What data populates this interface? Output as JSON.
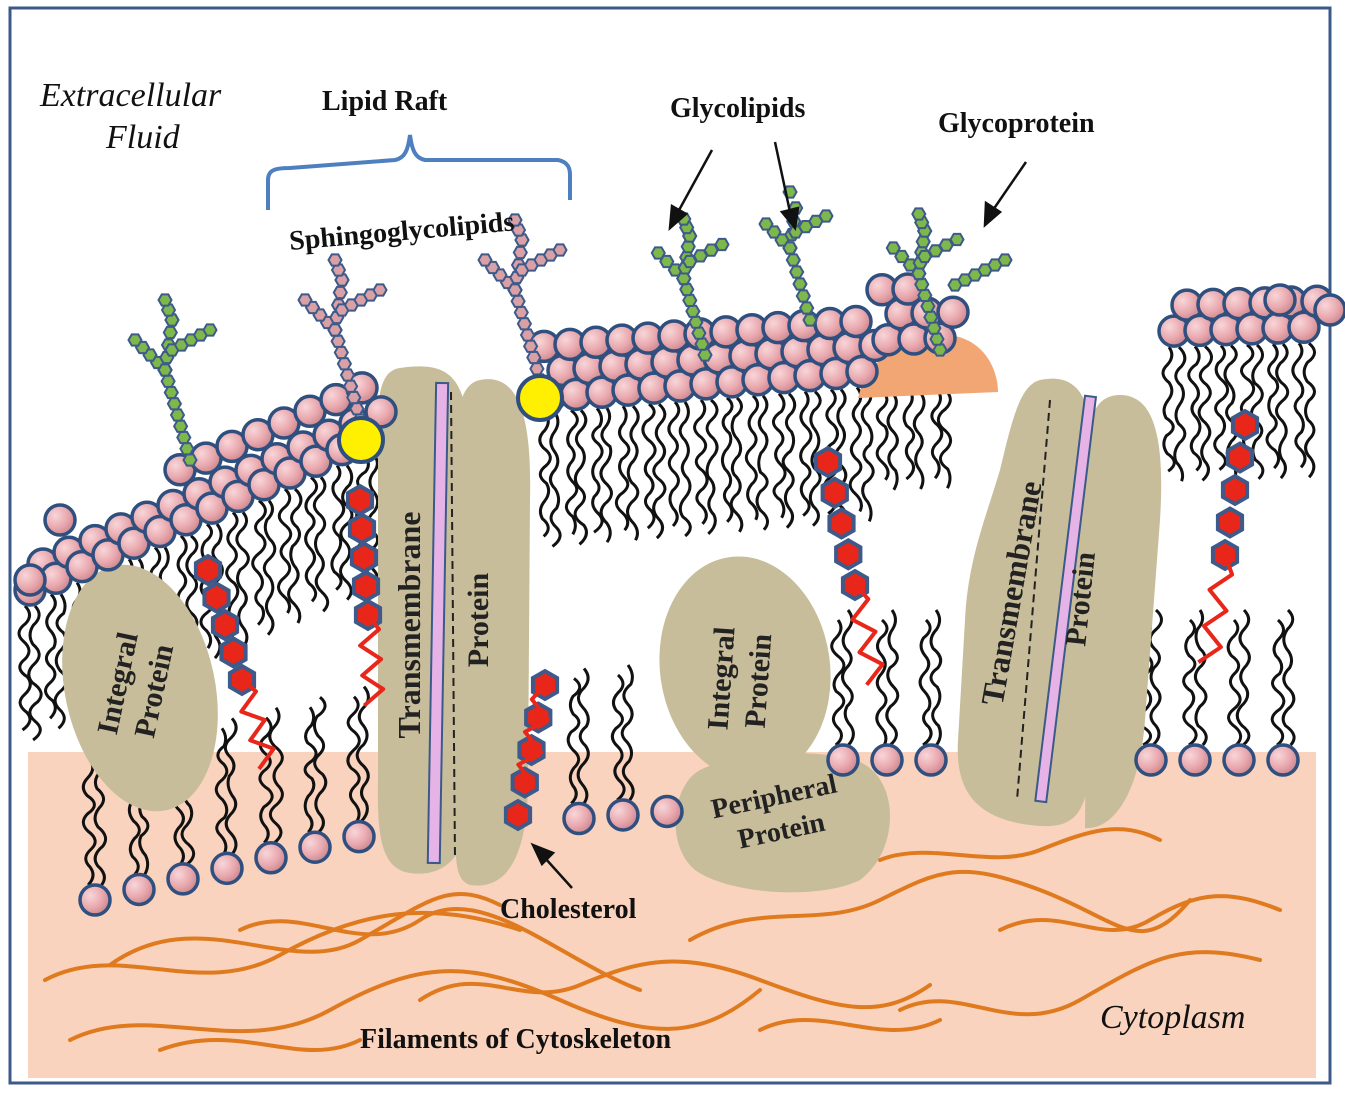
{
  "labels": {
    "extracellular_line1": "Extracellular",
    "extracellular_line2": "Fluid",
    "lipid_raft": "Lipid Raft",
    "sphingoglycolipids": "Sphingoglycolipids",
    "glycolipids": "Glycolipids",
    "glycoprotein": "Glycoprotein",
    "integral_left_1": "Integral",
    "integral_left_2": "Protein",
    "transmembrane_left": "Transmembrane",
    "protein_left": "Protein",
    "integral_mid_1": "Integral",
    "integral_mid_2": "Protein",
    "peripheral_1": "Peripheral",
    "peripheral_2": "Protein",
    "transmembrane_right": "Transmembrane",
    "protein_right": "Protein",
    "cholesterol": "Cholesterol",
    "filaments": "Filaments of Cytoskeleton",
    "cytoplasm": "Cytoplasm"
  },
  "colors": {
    "frame": "#3b5a8a",
    "cytoplasm_fill": "#f9d3bd",
    "lipid_head": "#e8a7ad",
    "lipid_head_stroke": "#2f4f7f",
    "protein": "#c8bd9a",
    "cholesterol_ring": "#e8261a",
    "cholesterol_ring_stroke": "#3d5a8a",
    "sugar_green": "#7fb84a",
    "sugar_pink": "#d9a0a6",
    "filament": "#e07a1e",
    "raft_bracket": "#4e7fbf",
    "glycoprotein_cap": "#f2a673",
    "helix": "#e6b3e6",
    "sphingo_head": "#ffef00"
  }
}
